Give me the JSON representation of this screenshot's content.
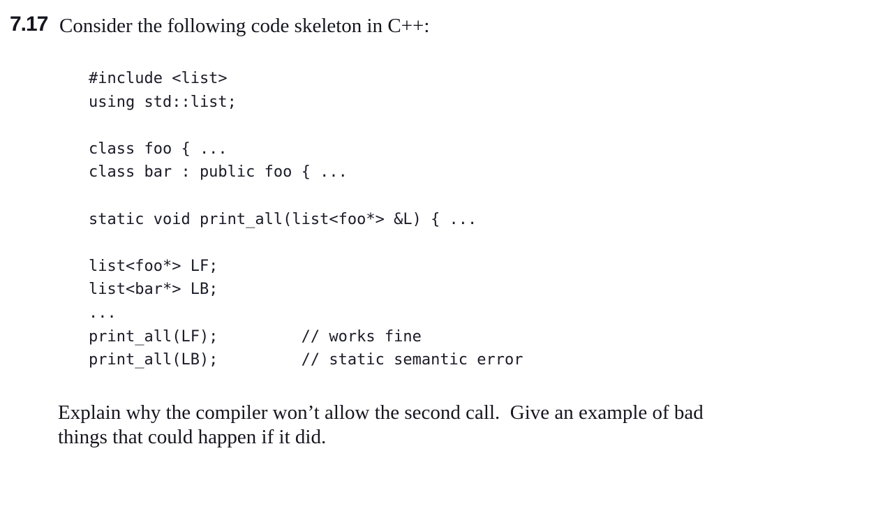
{
  "page": {
    "background": "#ffffff",
    "text_color": "#15151f"
  },
  "exercise": {
    "number": "7.17",
    "prompt": "Consider the following code skeleton in C++:",
    "code_lines": [
      "#include <list>",
      "using std::list;",
      "",
      "class foo { ...",
      "class bar : public foo { ...",
      "",
      "static void print_all(list<foo*> &L) { ...",
      "",
      "list<foo*> LF;",
      "list<bar*> LB;",
      "...",
      "print_all(LF);         // works fine",
      "print_all(LB);         // static semantic error"
    ],
    "question": {
      "line1": "Explain why the compiler won’t allow the second call.  Give an example of bad",
      "line2": "things that could happen if it did."
    }
  }
}
